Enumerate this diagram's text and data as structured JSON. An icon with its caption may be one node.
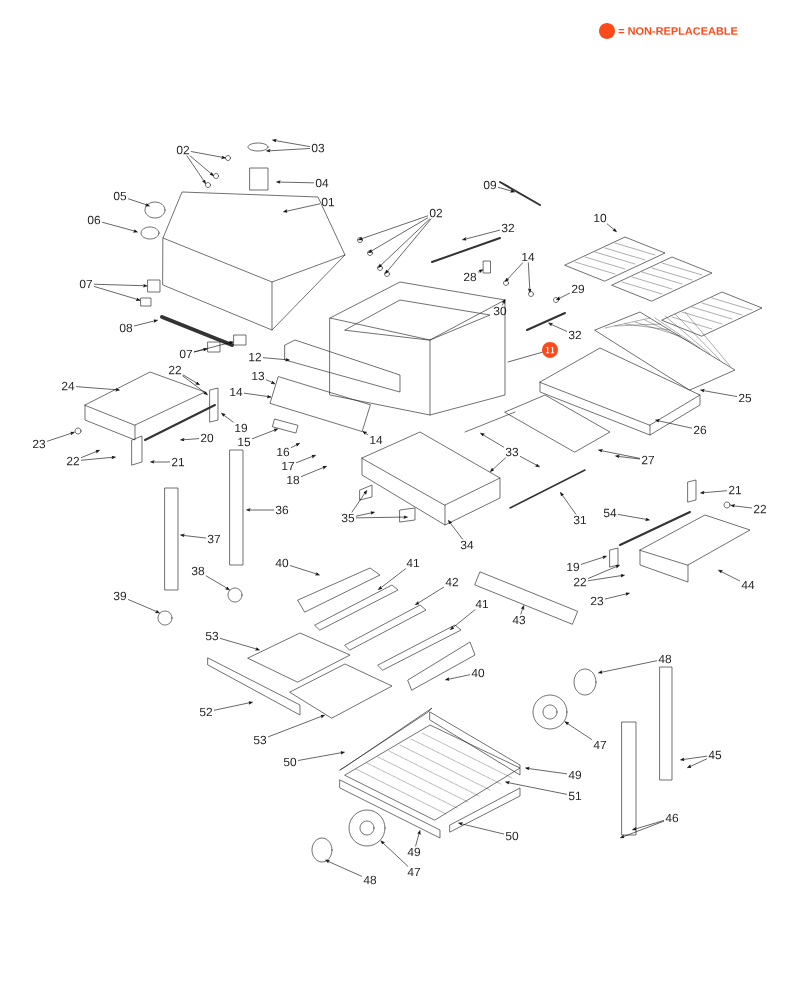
{
  "diagram": {
    "nodes": [
      {
        "text": [
          "02"
        ]
      },
      {
        "text": [
          "03"
        ]
      },
      {
        "text": [
          "09"
        ]
      },
      {
        "text": [
          "04"
        ]
      },
      {
        "text": [
          "05"
        ]
      },
      {
        "text": [
          "01"
        ]
      },
      {
        "text": [
          "02"
        ]
      },
      {
        "text": [
          "10"
        ]
      },
      {
        "text": [
          "06"
        ]
      },
      {
        "text": [
          "32"
        ]
      },
      {
        "text": [
          "14"
        ]
      },
      {
        "text": [
          "28"
        ]
      },
      {
        "text": [
          "07"
        ]
      },
      {
        "text": [
          "29"
        ]
      },
      {
        "text": [
          "30"
        ]
      },
      {
        "text": [
          "08"
        ]
      },
      {
        "text": [
          "32"
        ]
      },
      {
        "text": [
          "11"
        ]
      },
      {
        "text": [
          "07"
        ]
      },
      {
        "text": [
          "12"
        ]
      },
      {
        "text": [
          "22"
        ]
      },
      {
        "text": [
          "13"
        ]
      },
      {
        "text": [
          "24"
        ]
      },
      {
        "text": [
          "14"
        ]
      },
      {
        "text": [
          "25"
        ]
      },
      {
        "text": [
          "19"
        ]
      },
      {
        "text": [
          "26"
        ]
      },
      {
        "text": [
          "20"
        ]
      },
      {
        "text": [
          "14"
        ]
      },
      {
        "text": [
          "15"
        ]
      },
      {
        "text": [
          "23"
        ]
      },
      {
        "text": [
          "33"
        ]
      },
      {
        "text": [
          "16"
        ]
      },
      {
        "text": [
          "27"
        ]
      },
      {
        "text": [
          "22"
        ]
      },
      {
        "text": [
          "21"
        ]
      },
      {
        "text": [
          "17"
        ]
      },
      {
        "text": [
          "18"
        ]
      },
      {
        "text": [
          "21"
        ]
      },
      {
        "text": [
          "22"
        ]
      },
      {
        "text": [
          "36"
        ]
      },
      {
        "text": [
          "54"
        ]
      },
      {
        "text": [
          "35"
        ]
      },
      {
        "text": [
          "31"
        ]
      },
      {
        "text": [
          "37"
        ]
      },
      {
        "text": [
          "34"
        ]
      },
      {
        "text": [
          "40"
        ]
      },
      {
        "text": [
          "41"
        ]
      },
      {
        "text": [
          "19"
        ]
      },
      {
        "text": [
          "38"
        ]
      },
      {
        "text": [
          "22"
        ]
      },
      {
        "text": [
          "42"
        ]
      },
      {
        "text": [
          "44"
        ]
      },
      {
        "text": [
          "39"
        ]
      },
      {
        "text": [
          "23"
        ]
      },
      {
        "text": [
          "41"
        ]
      },
      {
        "text": [
          "43"
        ]
      },
      {
        "text": [
          "53"
        ]
      },
      {
        "text": [
          "48"
        ]
      },
      {
        "text": [
          "40"
        ]
      },
      {
        "text": [
          "52"
        ]
      },
      {
        "text": [
          "53"
        ]
      },
      {
        "text": [
          "47"
        ]
      },
      {
        "text": [
          "45"
        ]
      },
      {
        "text": [
          "50"
        ]
      },
      {
        "text": [
          "49"
        ]
      },
      {
        "text": [
          "51"
        ]
      },
      {
        "text": [
          "46"
        ]
      },
      {
        "text": [
          "50"
        ]
      },
      {
        "text": [
          "49"
        ]
      },
      {
        "text": [
          "47"
        ]
      },
      {
        "text": [
          "48"
        ]
      },
      {
        "text": [],
        "shape": "box"
      },
      {
        "text": [],
        "shape": "box"
      },
      {
        "text": [],
        "shape": "box"
      },
      {
        "text": [],
        "shape": "box"
      },
      {
        "text": [],
        "shape": "box"
      },
      {
        "text": [],
        "shape": "circle"
      },
      {
        "text": [],
        "shape": "circle"
      },
      {
        "text": [],
        "shape": "box"
      },
      {
        "text": [],
        "shape": "circle"
      },
      {
        "text": [],
        "shape": "circle"
      },
      {
        "text": [],
        "shape": "box"
      },
      {
        "text": [],
        "shape": "box"
      }
    ],
    "edges": [
      {
        "from": 0,
        "to": null,
        "arrow": "to"
      },
      {
        "from": 0,
        "to": null,
        "arrow": "to"
      },
      {
        "from": 0,
        "to": null,
        "arrow": "to"
      },
      {
        "from": 1,
        "to": null,
        "arrow": "to"
      },
      {
        "from": 1,
        "to": null,
        "arrow": "to"
      },
      {
        "from": 2,
        "to": null,
        "arrow": "to"
      },
      {
        "from": 3,
        "to": null,
        "arrow": "to"
      },
      {
        "from": 4,
        "to": null,
        "arrow": "to"
      },
      {
        "from": 5,
        "to": null,
        "arrow": "to"
      },
      {
        "from": 6,
        "to": null,
        "arrow": "to"
      },
      {
        "from": 6,
        "to": null,
        "arrow": "to"
      },
      {
        "from": 6,
        "to": null,
        "arrow": "to"
      },
      {
        "from": 6,
        "to": null,
        "arrow": "to"
      },
      {
        "from": 7,
        "to": null,
        "arrow": "to"
      },
      {
        "from": 8,
        "to": null,
        "arrow": "to"
      },
      {
        "from": 9,
        "to": null,
        "arrow": "to"
      },
      {
        "from": 10,
        "to": null,
        "arrow": "to"
      },
      {
        "from": 10,
        "to": null,
        "arrow": "to"
      },
      {
        "from": 11,
        "to": 82,
        "arrow": "to"
      },
      {
        "from": 12,
        "to": 72,
        "arrow": "to"
      },
      {
        "from": 12,
        "to": 83,
        "arrow": "to"
      },
      {
        "from": 13,
        "to": null,
        "arrow": "to"
      },
      {
        "from": 14,
        "to": null,
        "arrow": "to"
      },
      {
        "from": 15,
        "to": null,
        "arrow": "to"
      },
      {
        "from": 16,
        "to": null,
        "arrow": "to"
      },
      {
        "from": 17,
        "to": null,
        "arrow": "none"
      },
      {
        "from": 18,
        "to": 73,
        "arrow": "to"
      },
      {
        "from": 18,
        "to": 74,
        "arrow": "to"
      },
      {
        "from": 19,
        "to": null,
        "arrow": "to"
      },
      {
        "from": 20,
        "to": null,
        "arrow": "to"
      },
      {
        "from": 20,
        "to": null,
        "arrow": "to"
      },
      {
        "from": 21,
        "to": 75,
        "arrow": "to"
      },
      {
        "from": 22,
        "to": null,
        "arrow": "to"
      },
      {
        "from": 23,
        "to": 75,
        "arrow": "to"
      },
      {
        "from": 24,
        "to": null,
        "arrow": "to"
      },
      {
        "from": 25,
        "to": null,
        "arrow": "to"
      },
      {
        "from": 26,
        "to": null,
        "arrow": "to"
      },
      {
        "from": 27,
        "to": null,
        "arrow": "to"
      },
      {
        "from": 28,
        "to": 75,
        "arrow": "to"
      },
      {
        "from": 29,
        "to": 76,
        "arrow": "to"
      },
      {
        "from": 30,
        "to": 77,
        "arrow": "to"
      },
      {
        "from": 31,
        "to": null,
        "arrow": "to"
      },
      {
        "from": 31,
        "to": null,
        "arrow": "to"
      },
      {
        "from": 31,
        "to": null,
        "arrow": "to"
      },
      {
        "from": 32,
        "to": null,
        "arrow": "to"
      },
      {
        "from": 33,
        "to": null,
        "arrow": "to"
      },
      {
        "from": 33,
        "to": null,
        "arrow": "to"
      },
      {
        "from": 34,
        "to": null,
        "arrow": "to"
      },
      {
        "from": 34,
        "to": null,
        "arrow": "to"
      },
      {
        "from": 35,
        "to": null,
        "arrow": "to"
      },
      {
        "from": 36,
        "to": null,
        "arrow": "to"
      },
      {
        "from": 37,
        "to": null,
        "arrow": "to"
      },
      {
        "from": 38,
        "to": null,
        "arrow": "to"
      },
      {
        "from": 39,
        "to": 78,
        "arrow": "to"
      },
      {
        "from": 40,
        "to": null,
        "arrow": "to"
      },
      {
        "from": 41,
        "to": null,
        "arrow": "to"
      },
      {
        "from": 42,
        "to": null,
        "arrow": "to"
      },
      {
        "from": 42,
        "to": null,
        "arrow": "to"
      },
      {
        "from": 42,
        "to": null,
        "arrow": "to"
      },
      {
        "from": 43,
        "to": null,
        "arrow": "to"
      },
      {
        "from": 44,
        "to": null,
        "arrow": "to"
      },
      {
        "from": 45,
        "to": null,
        "arrow": "to"
      },
      {
        "from": 46,
        "to": null,
        "arrow": "to"
      },
      {
        "from": 47,
        "to": null,
        "arrow": "to"
      },
      {
        "from": 48,
        "to": null,
        "arrow": "to"
      },
      {
        "from": 49,
        "to": null,
        "arrow": "to"
      },
      {
        "from": 50,
        "to": null,
        "arrow": "to"
      },
      {
        "from": 50,
        "to": null,
        "arrow": "to"
      },
      {
        "from": 51,
        "to": null,
        "arrow": "to"
      },
      {
        "from": 52,
        "to": null,
        "arrow": "to"
      },
      {
        "from": 53,
        "to": null,
        "arrow": "to"
      },
      {
        "from": 54,
        "to": null,
        "arrow": "to"
      },
      {
        "from": 55,
        "to": null,
        "arrow": "to"
      },
      {
        "from": 56,
        "to": 79,
        "arrow": "to"
      },
      {
        "from": 57,
        "to": null,
        "arrow": "to"
      },
      {
        "from": 58,
        "to": null,
        "arrow": "to"
      },
      {
        "from": 59,
        "to": null,
        "arrow": "to"
      },
      {
        "from": 60,
        "to": null,
        "arrow": "to"
      },
      {
        "from": 61,
        "to": null,
        "arrow": "to"
      },
      {
        "from": 62,
        "to": 81,
        "arrow": "to"
      },
      {
        "from": 63,
        "to": null,
        "arrow": "to"
      },
      {
        "from": 63,
        "to": null,
        "arrow": "to"
      },
      {
        "from": 64,
        "to": null,
        "arrow": "to"
      },
      {
        "from": 65,
        "to": null,
        "arrow": "to"
      },
      {
        "from": 66,
        "to": null,
        "arrow": "to"
      },
      {
        "from": 67,
        "to": null,
        "arrow": "to"
      },
      {
        "from": 67,
        "to": null,
        "arrow": "to"
      },
      {
        "from": 68,
        "to": null,
        "arrow": "to"
      },
      {
        "from": 69,
        "to": null,
        "arrow": "to"
      },
      {
        "from": 70,
        "to": 80,
        "arrow": "to"
      },
      {
        "from": 71,
        "to": null,
        "arrow": "to"
      }
    ],
    "legend": [
      {
        "text": "= NON-REPLACEABLE",
        "color": "#fc4a1a"
      }
    ]
  }
}
